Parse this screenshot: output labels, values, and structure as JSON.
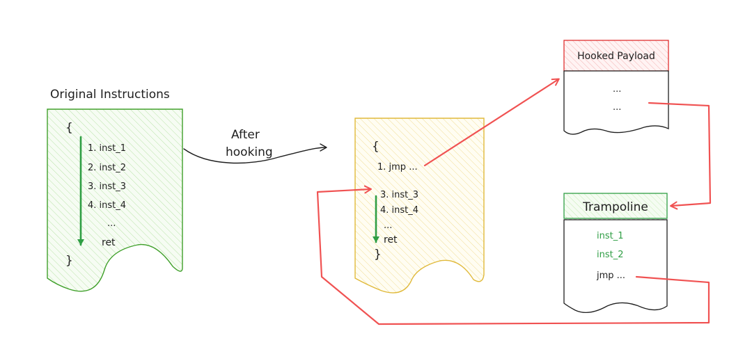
{
  "original": {
    "title": "Original Instructions",
    "open_brace": "{",
    "items": [
      "1.  inst_1",
      "2. inst_2",
      "3. inst_3",
      "4. inst_4"
    ],
    "ellipsis": "...",
    "ret": "ret",
    "close_brace": "}"
  },
  "transition": {
    "line1": "After",
    "line2": "hooking"
  },
  "hooked": {
    "open_brace": "{",
    "jmp": "1.  jmp ...",
    "items": [
      "3. inst_3",
      "4. inst_4"
    ],
    "ellipsis": "...",
    "ret": "ret",
    "close_brace": "}"
  },
  "payload": {
    "title": "Hooked Payload",
    "lines": [
      "...",
      "..."
    ]
  },
  "trampoline": {
    "title": "Trampoline",
    "items": [
      "inst_1",
      "inst_2"
    ],
    "jmp": "jmp ..."
  },
  "colors": {
    "arrow_red": "#f05252",
    "flow_green": "#2f9e44",
    "original_box": "#40a02b",
    "hooked_box": "#e0b93a"
  }
}
